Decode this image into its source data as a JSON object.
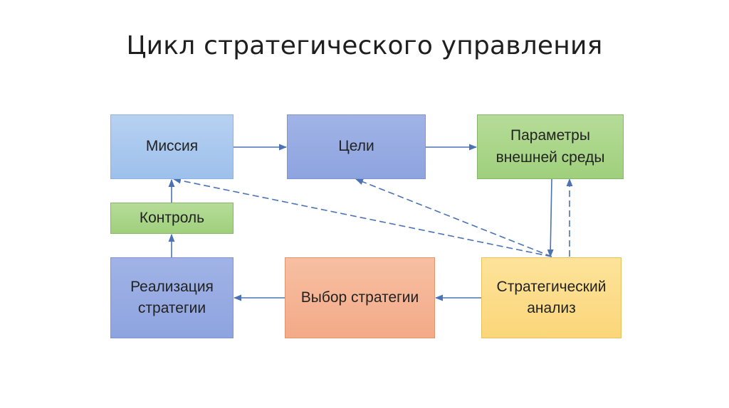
{
  "title": "Цикл стратегического управления",
  "boxes": {
    "mission": "Миссия",
    "goals": "Цели",
    "params_line1": "Параметры",
    "params_line2": "внешней среды",
    "control": "Контроль",
    "realization_line1": "Реализация",
    "realization_line2": "стратегии",
    "choice": "Выбор стратегии",
    "analysis_line1": "Стратегический",
    "analysis_line2": "анализ"
  },
  "colors": {
    "connector": "#4a72b5",
    "blue_light": "#a8c6ee",
    "blue_mid": "#96aae3",
    "green": "#a8d58a",
    "salmon": "#f5b395",
    "yellow": "#fcdc87"
  }
}
